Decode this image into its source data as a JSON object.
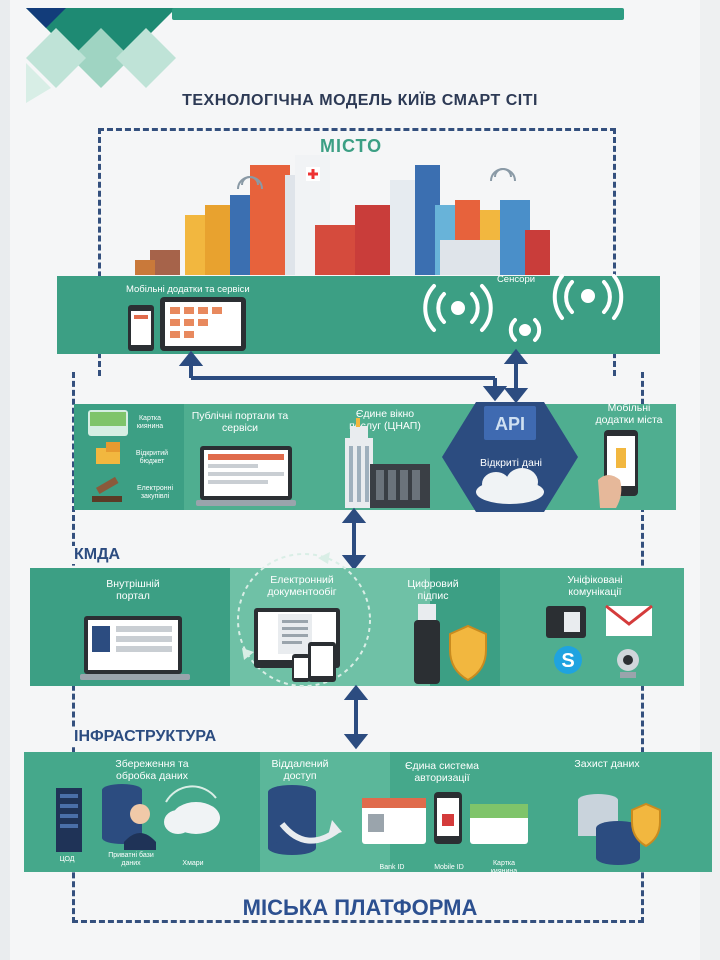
{
  "title": "ТЕХНОЛОГІЧНА МОДЕЛЬ КИЇВ СМАРТ СІТІ",
  "city": {
    "label": "МІСТО",
    "mobile_apps": "Мобільні додатки та сервіси",
    "sensors": "Сенсори"
  },
  "services": {
    "kartka_kiyanyna": "Картка киянина",
    "vidkrytyi_biudzhet": "Відкритий бюджет",
    "elektronni_zakupivli": "Електронні закупівлі",
    "public_portals": "Публічні портали та сервіси",
    "one_window": "Єдине вікно послуг (ЦНАП)",
    "api": "API",
    "open_data": "Відкриті дані",
    "mobile_city_apps": "Мобільні додатки міста"
  },
  "kmda": {
    "label": "КМДА",
    "internal_portal": "Внутрішній портал",
    "e_docs": "Електронний документообіг",
    "digital_signature": "Цифровий підпис",
    "unified_comms": "Уніфіковані комунікації"
  },
  "infra": {
    "label": "ІНФРАСТРУКТУРА",
    "storage": "Збереження та обробка даних",
    "remote_access": "Віддалений доступ",
    "single_auth": "Єдина система авторизації",
    "data_protection": "Захист даних",
    "tsod": "ЦОД",
    "private_db": "Приватні бази даних",
    "clouds": "Хмари",
    "bank_id": "Bank ID",
    "mobile_id": "Mobile ID",
    "kartka_kiyanyna": "Картка киянина"
  },
  "footer": "МІСЬКА ПЛАТФОРМА",
  "colors": {
    "accent": "#3c9f84",
    "accent_light": "#6fc1a6",
    "dark": "#2c4c80"
  }
}
